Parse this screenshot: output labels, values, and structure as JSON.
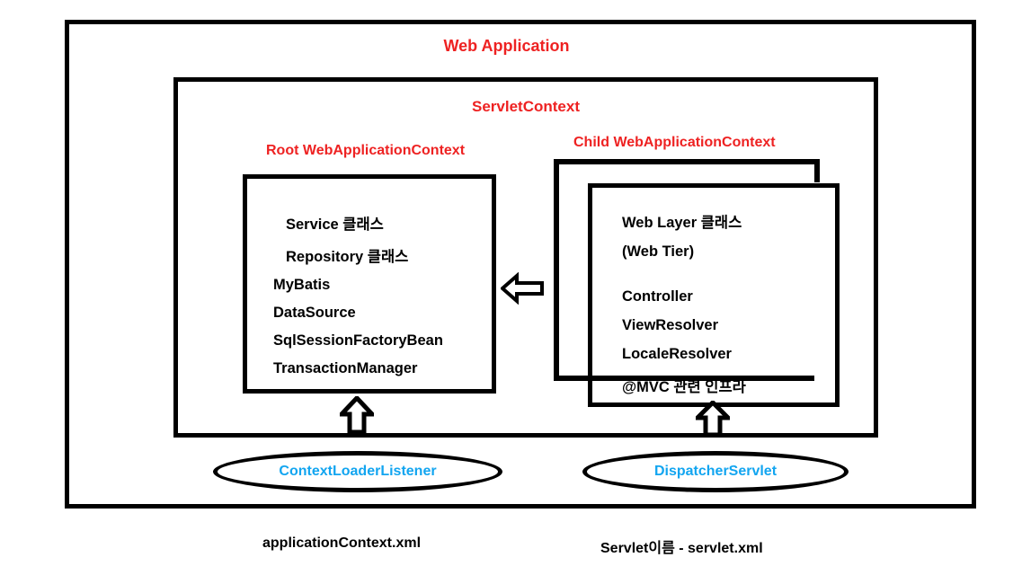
{
  "diagram": {
    "title": "Web Application",
    "colors": {
      "red": "#ee2222",
      "blue": "#12a5f0",
      "black": "#000000",
      "background": "#ffffff"
    },
    "outer_box_label": "Web Application",
    "servlet_context_label": "ServletContext",
    "root_context_label": "Root WebApplicationContext",
    "child_context_label": "Child WebApplicationContext",
    "root_box": {
      "lines": [
        "Service 클래스",
        "Repository 클래스",
        "MyBatis",
        "DataSource",
        "SqlSessionFactoryBean",
        "TransactionManager"
      ]
    },
    "web_box": {
      "lines": [
        "Web Layer 클래스",
        "(Web Tier)",
        "Controller",
        "ViewResolver",
        "LocaleResolver",
        "@MVC 관련 인프라"
      ]
    },
    "ellipses": [
      {
        "label": "ContextLoaderListener"
      },
      {
        "label": "DispatcherServlet"
      }
    ],
    "captions": [
      {
        "text": "applicationContext.xml"
      },
      {
        "text": "Servlet이름 - servlet.xml"
      }
    ],
    "arrows": [
      {
        "name": "child-to-root-arrow",
        "direction": "left"
      },
      {
        "name": "context-loader-listener-arrow",
        "direction": "up"
      },
      {
        "name": "dispatcher-servlet-arrow",
        "direction": "up"
      }
    ]
  }
}
